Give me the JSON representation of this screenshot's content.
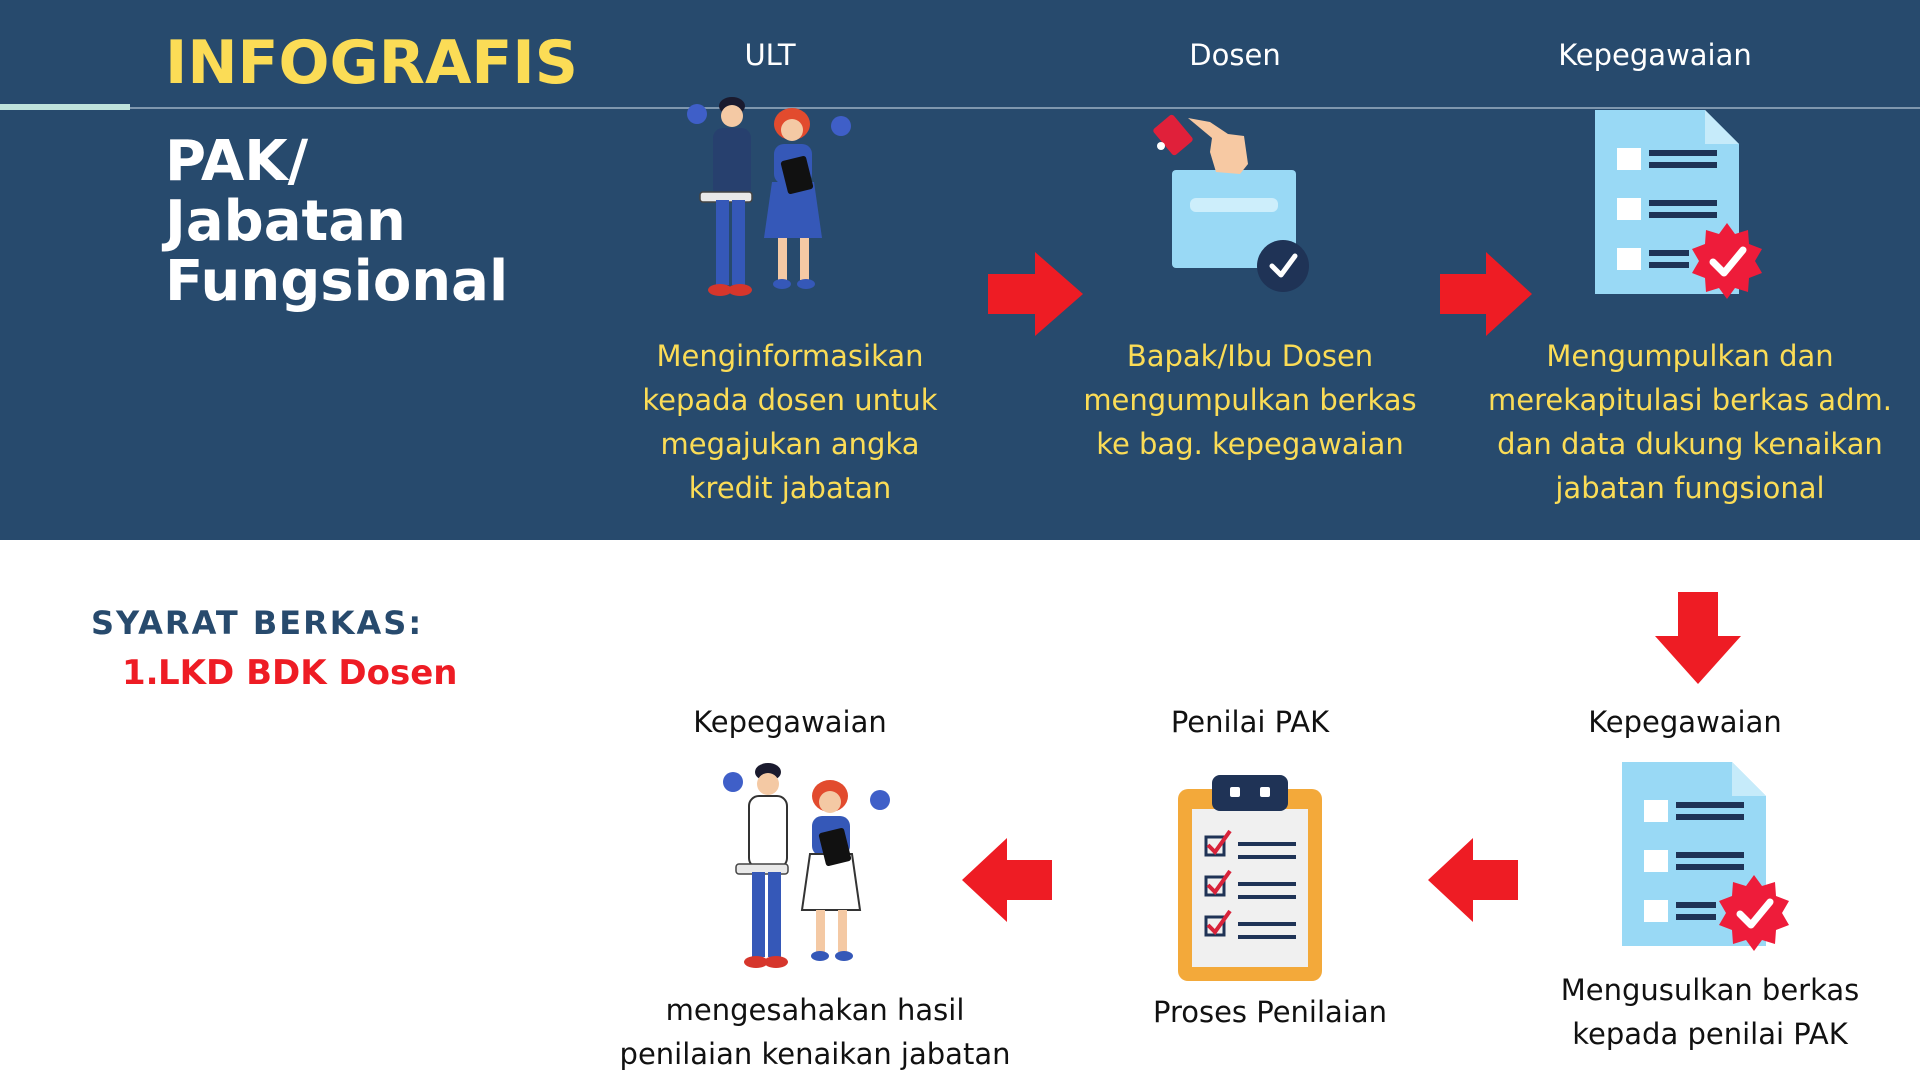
{
  "header": {
    "title": "INFOGRAFIS",
    "subtitle_lines": [
      "PAK/",
      "Jabatan",
      "Fungsional"
    ]
  },
  "steps": [
    {
      "actor": "ULT",
      "description_lines": [
        "Menginformasikan",
        "kepada dosen untuk",
        "megajukan angka",
        "kredit jabatan"
      ],
      "icon": "people-icon"
    },
    {
      "actor": "Dosen",
      "description_lines": [
        "Bapak/Ibu Dosen",
        "mengumpulkan berkas",
        "ke bag. kepegawaian"
      ],
      "icon": "ballot-box-icon"
    },
    {
      "actor": "Kepegawaian",
      "description_lines": [
        "Mengumpulkan dan",
        "merekapitulasi berkas adm.",
        "dan data dukung kenaikan",
        "jabatan fungsional"
      ],
      "icon": "checked-document-icon"
    },
    {
      "actor": "Kepegawaian",
      "description_lines": [
        "Mengusulkan berkas",
        "kepada penilai PAK"
      ],
      "icon": "checked-document-icon"
    },
    {
      "actor": "Penilai PAK",
      "description_lines": [
        "Proses Penilaian"
      ],
      "icon": "clipboard-checklist-icon"
    },
    {
      "actor": "Kepegawaian",
      "description_lines": [
        "mengesahakan hasil",
        "penilaian kenaikan jabatan"
      ],
      "icon": "people-icon"
    }
  ],
  "requirements": {
    "title": "SYARAT BERKAS:",
    "items": [
      {
        "number": "1.",
        "text": "LKD BDK Dosen"
      }
    ]
  },
  "colors": {
    "band": "#274a6d",
    "accent_yellow": "#fbdc56",
    "arrow_red": "#ee1c24",
    "doc_blue": "#99d9f5",
    "navy": "#1f3356"
  }
}
